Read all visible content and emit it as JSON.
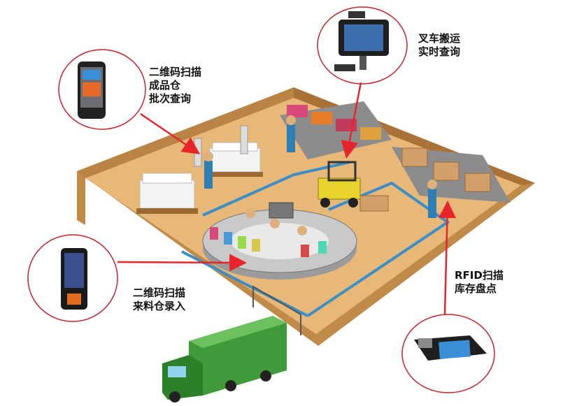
{
  "callouts": {
    "qr_warehouse": {
      "lines": [
        "二维码扫描",
        "成品仓",
        "批次查询"
      ]
    },
    "forklift": {
      "lines": [
        "叉车搬运",
        "实时查询"
      ]
    },
    "qr_inbound": {
      "lines": [
        "二维码扫描",
        "来料仓录入"
      ]
    },
    "rfid": {
      "lines": [
        "RFID扫描",
        "库存盘点"
      ]
    }
  },
  "device_icons": {
    "qr_warehouse": "android-phone-icon",
    "forklift": "vehicle-tablet-icon",
    "qr_inbound": "rugged-handheld-scanner-icon",
    "rfid": "rfid-pos-terminal-icon"
  },
  "colors": {
    "arrow": "#e8242b",
    "circle": "#c8222a",
    "floor": "#e4b577",
    "wall": "#c9934f",
    "path": "#3a8ec9",
    "truck": "#3f9a3a"
  }
}
